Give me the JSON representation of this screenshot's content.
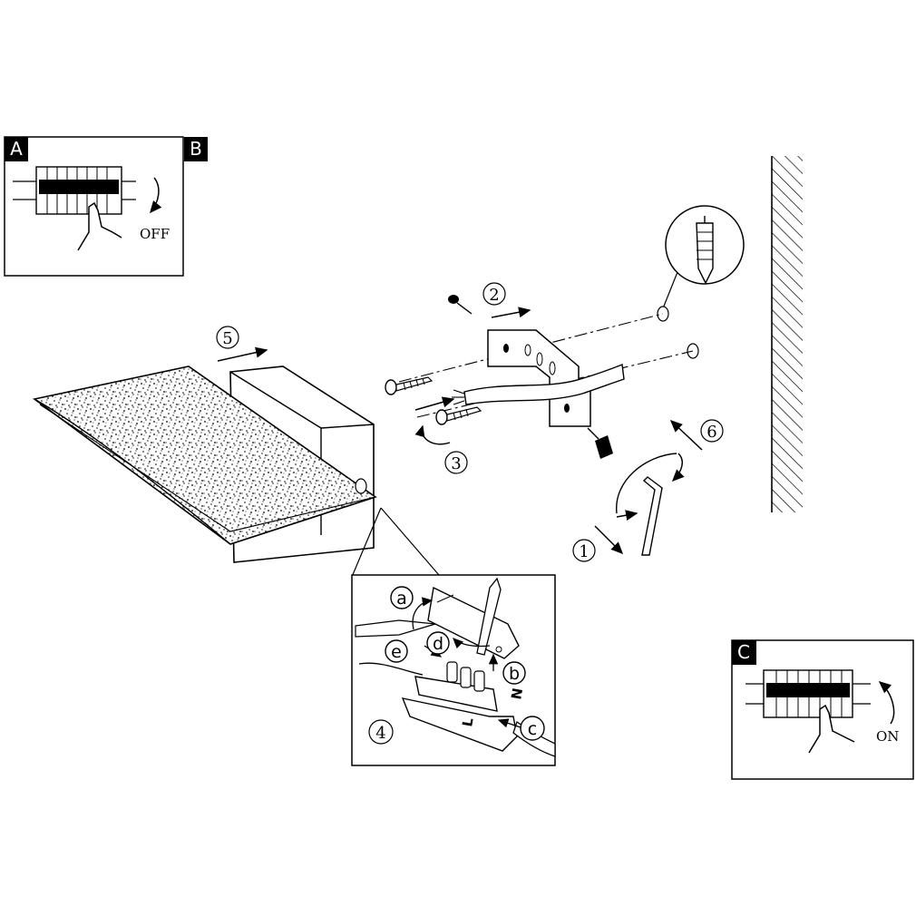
{
  "panels": {
    "a_letter": "A",
    "b_letter": "B",
    "c_letter": "C",
    "off_label": "OFF",
    "on_label": "ON"
  },
  "steps": {
    "s1": "1",
    "s2": "2",
    "s3": "3",
    "s4": "4",
    "s5": "5",
    "s6": "6"
  },
  "detail": {
    "a": "a",
    "b": "b",
    "c": "c",
    "d": "d",
    "e": "e",
    "n": "N",
    "l": "L"
  }
}
